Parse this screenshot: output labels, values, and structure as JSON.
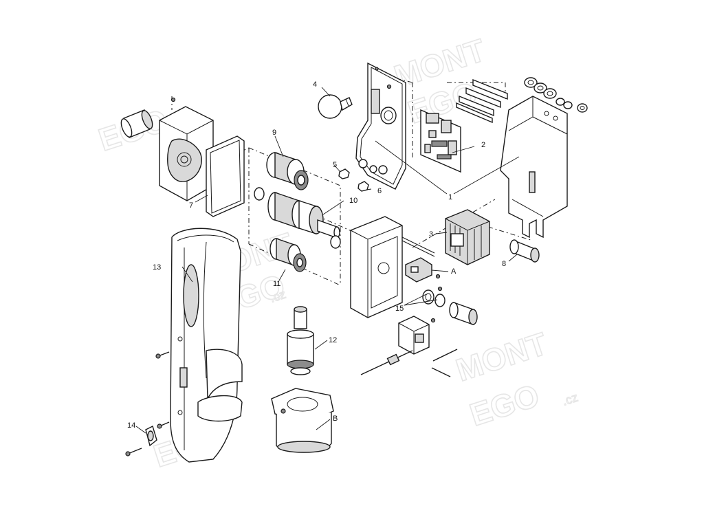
{
  "watermark": {
    "line1": "MONT",
    "line2": "EGO",
    "suffix": ".cz"
  },
  "callouts": {
    "c1": "1",
    "c2": "2",
    "c3": "3",
    "c4": "4",
    "c5": "5",
    "c6": "6",
    "c7": "7",
    "c8": "8",
    "c9": "9",
    "c10": "10",
    "c11": "11",
    "c12": "12",
    "c13": "13",
    "c14": "14",
    "c15": "15",
    "cA": "A",
    "cB": "B"
  }
}
